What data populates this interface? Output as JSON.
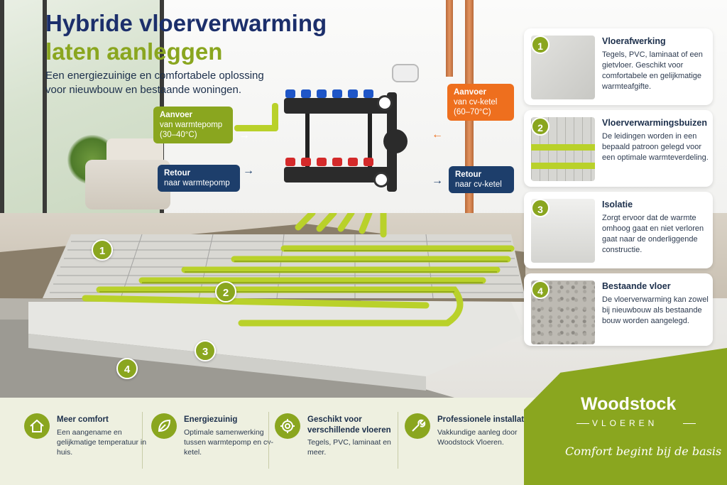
{
  "header": {
    "title_line1": "Hybride vloerverwarming",
    "title_line2": "laten aanleggen",
    "subtitle": "Een energiezuinige en comfortabele oplossing voor nieuwbouw en bestaande woningen."
  },
  "callouts": {
    "aanvoer_wp_title": "Aanvoer",
    "aanvoer_wp_sub": "van warmtepomp",
    "aanvoer_wp_temp": "(30–40°C)",
    "retour_wp_title": "Retour",
    "retour_wp_sub": "naar warmtepomp",
    "aanvoer_cv_title": "Aanvoer",
    "aanvoer_cv_sub": "van cv-ketel",
    "aanvoer_cv_temp": "(60–70°C)",
    "retour_cv_title": "Retour",
    "retour_cv_sub": "naar cv-ketel"
  },
  "markers": [
    "1",
    "2",
    "3",
    "4"
  ],
  "cards": [
    {
      "num": "1",
      "title": "Vloerafwerking",
      "text": "Tegels, PVC, laminaat of een gietvloer. Geschikt voor comfortabele en gelijkmatige warmteafgifte."
    },
    {
      "num": "2",
      "title": "Vloerverwarmingsbuizen",
      "text": "De leidingen worden in een bepaald patroon gelegd voor een optimale warmteverdeling."
    },
    {
      "num": "3",
      "title": "Isolatie",
      "text": "Zorgt ervoor dat de warmte omhoog gaat en niet verloren gaat naar de onderliggende constructie."
    },
    {
      "num": "4",
      "title": "Bestaande vloer",
      "text": "De vloerverwarming kan zowel bij nieuwbouw als bestaande bouw worden aangelegd."
    }
  ],
  "features": [
    {
      "icon": "home-icon",
      "title": "Meer comfort",
      "text": "Een aangename en gelijkmatige temperatuur in huis."
    },
    {
      "icon": "leaf-icon",
      "title": "Energiezuinig",
      "text": "Optimale samenwerking tussen warmtepomp en cv-ketel."
    },
    {
      "icon": "gear-icon",
      "title": "Geschikt voor verschillende vloeren",
      "text": "Tegels, PVC, laminaat en meer."
    },
    {
      "icon": "wrench-icon",
      "title": "Professionele installatie",
      "text": "Vakkundige aanleg door Woodstock Vloeren."
    }
  ],
  "brand": {
    "name": "Woodstock",
    "sub": "VLOEREN",
    "slogan": "Comfort begint bij de basis"
  },
  "colors": {
    "green": "#8aa61f",
    "navy": "#1d3e6b",
    "orange": "#ee6f1e",
    "title_blue": "#1c2f6b"
  }
}
